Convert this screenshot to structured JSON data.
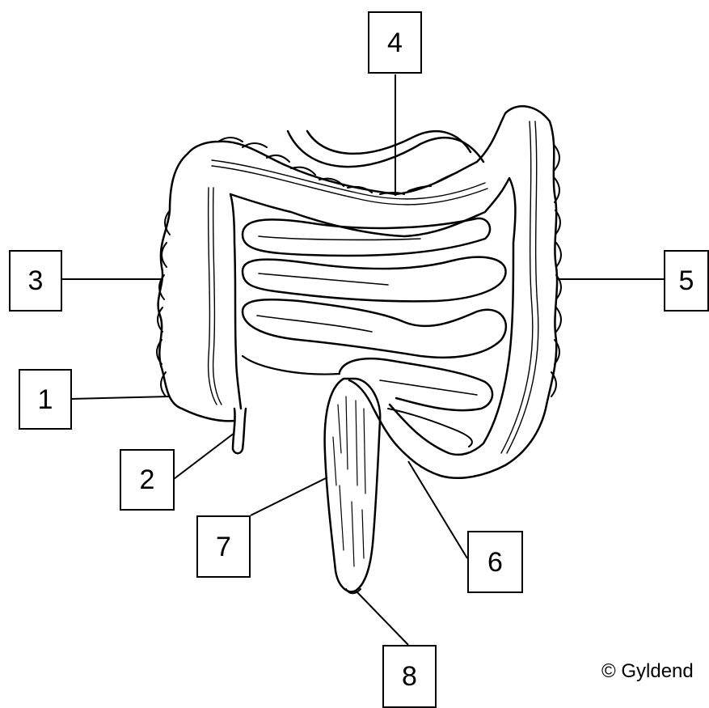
{
  "diagram": {
    "labels": [
      "1",
      "2",
      "3",
      "4",
      "5",
      "6",
      "7",
      "8"
    ],
    "copyright": "© Gyldend"
  },
  "colors": {
    "line": "#000000",
    "background": "#ffffff"
  }
}
